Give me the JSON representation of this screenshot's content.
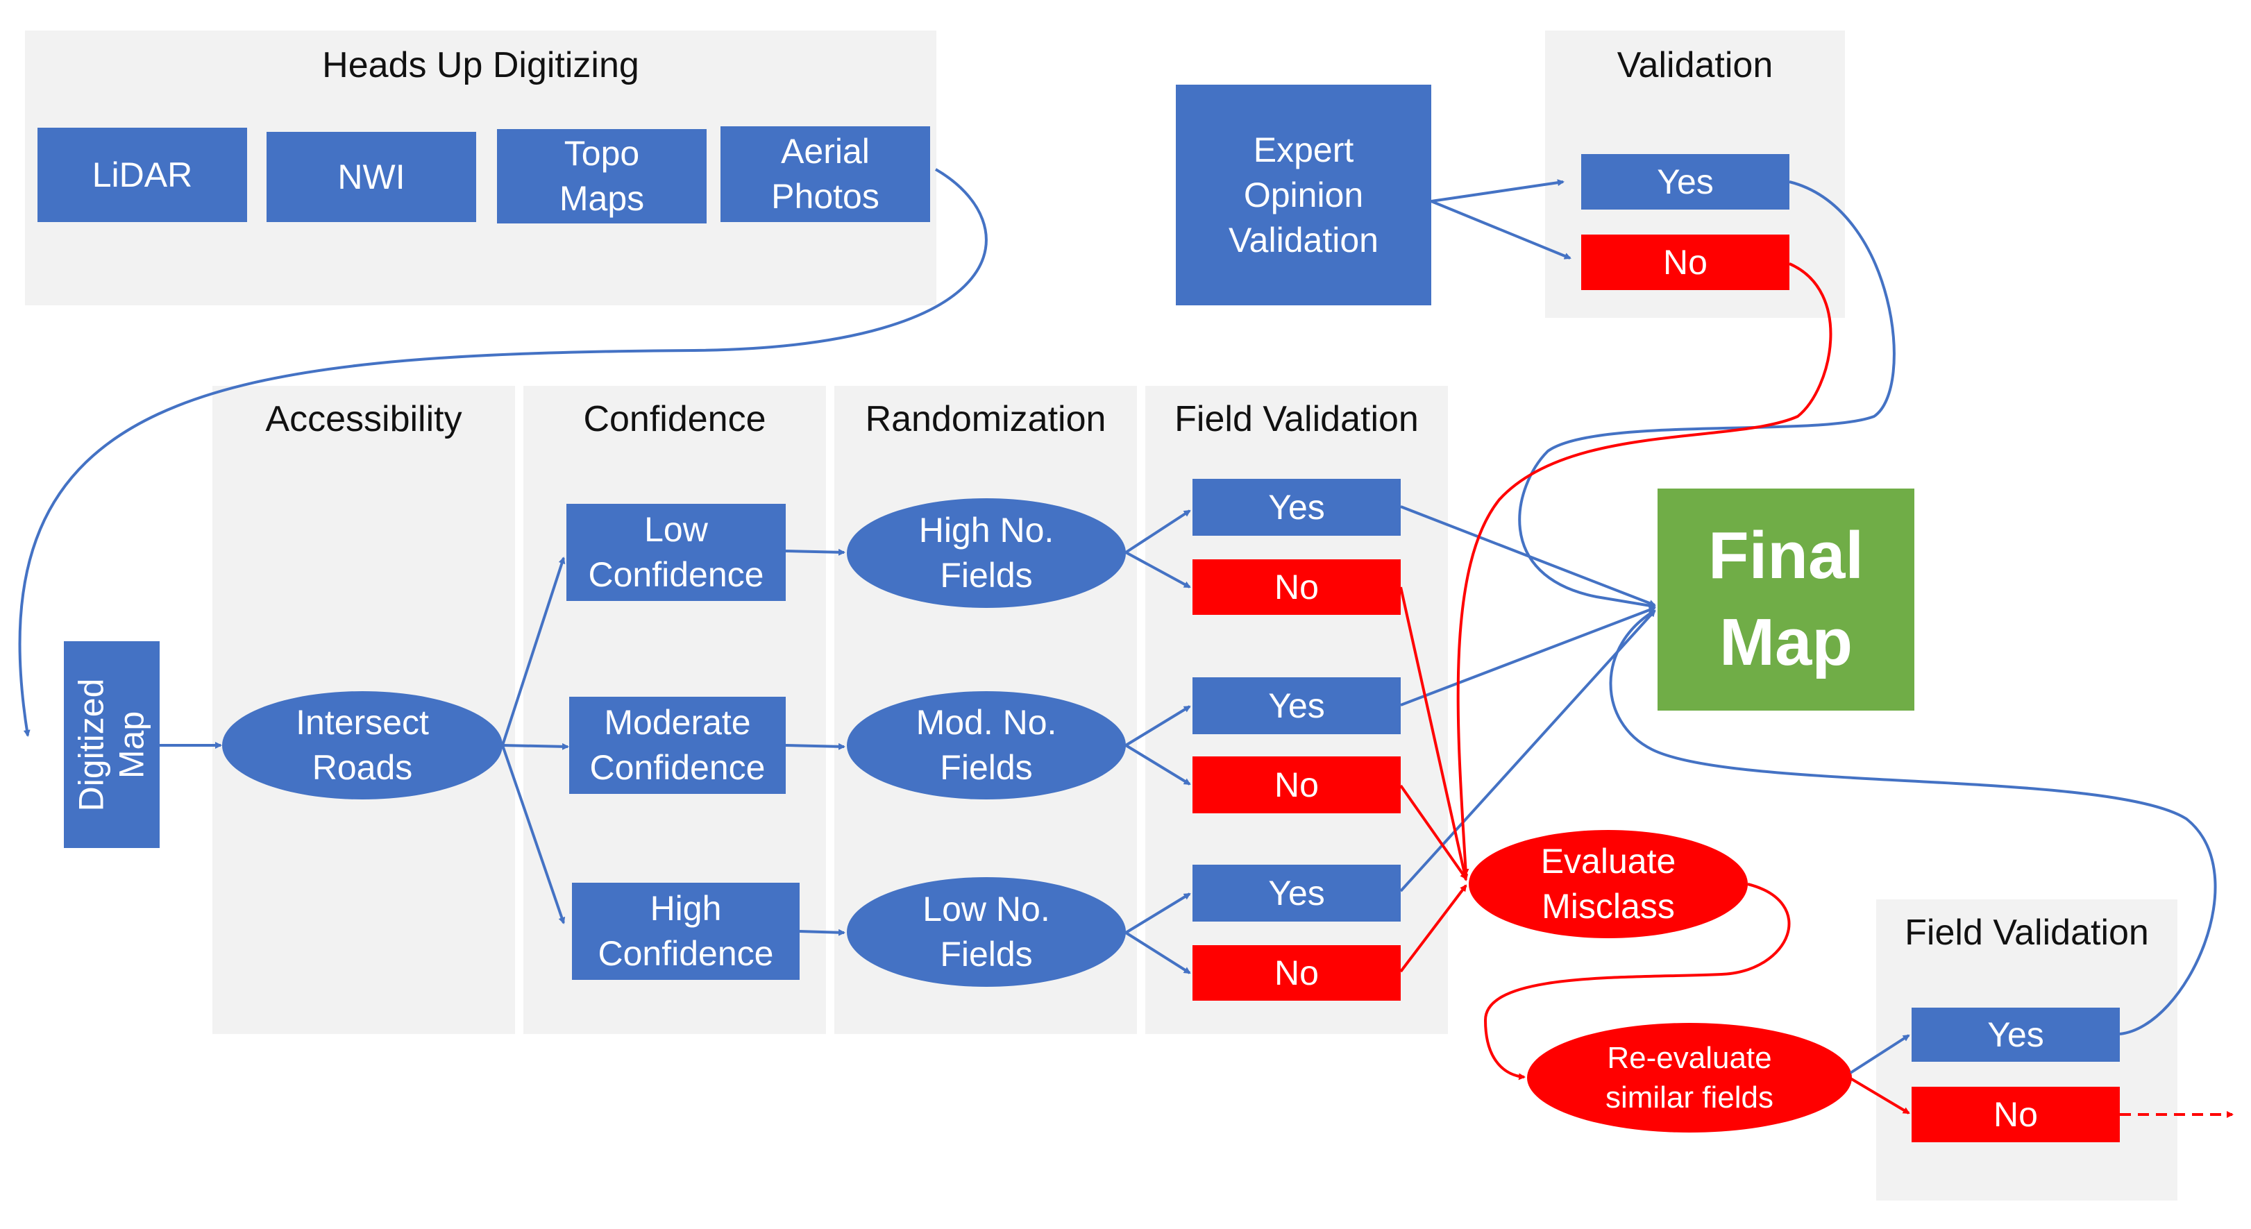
{
  "heads_up": {
    "title": "Heads Up Digitizing",
    "lidar": "LiDAR",
    "nwi": "NWI",
    "topo": "Topo\nMaps",
    "aerial": "Aerial\nPhotos"
  },
  "expert": "Expert\nOpinion\nValidation",
  "validation": {
    "title": "Validation",
    "yes": "Yes",
    "no": "No"
  },
  "digitized": "Digitized\nMap",
  "accessibility": {
    "title": "Accessibility",
    "intersect": "Intersect\nRoads"
  },
  "confidence": {
    "title": "Confidence",
    "low": "Low\nConfidence",
    "moderate": "Moderate\nConfidence",
    "high": "High\nConfidence"
  },
  "randomization": {
    "title": "Randomization",
    "high": "High No.\nFields",
    "mod": "Mod. No.\nFields",
    "low": "Low No.\nFields"
  },
  "field_validation": {
    "title": "Field Validation",
    "yes": "Yes",
    "no": "No"
  },
  "final_map": "Final\nMap",
  "evaluate": "Evaluate\nMisclass",
  "reevaluate": "Re-evaluate\nsimilar fields",
  "field_validation_2": {
    "title": "Field Validation",
    "yes": "Yes",
    "no": "No"
  },
  "colors": {
    "blue": "#4472c4",
    "red": "#ff0000",
    "green": "#70ad47",
    "panel": "#f2f2f2"
  }
}
